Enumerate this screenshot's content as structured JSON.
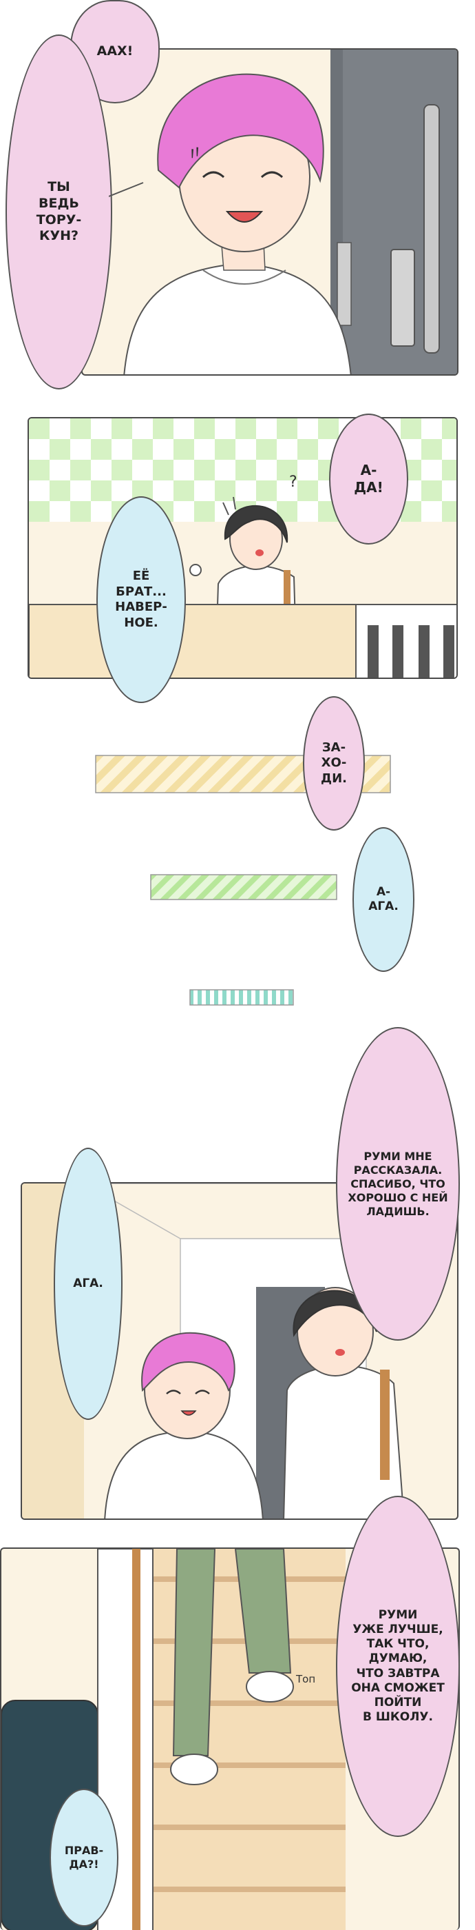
{
  "bubbles": {
    "b1": "ААХ!",
    "b2": "ТЫ\nВЕДЬ\nТОРУ-\nКУН?",
    "b3": "А-\nДА!",
    "b4": "ЕЁ\nБРАТ...\nНАВЕР-\nНОЕ.",
    "b5": "ЗА-\nХО-\nДИ.",
    "b6": "А-\nАГА.",
    "b7": "РУМИ МНЕ\nРАССКАЗАЛА.\nСПАСИБО, ЧТО\nХОРОШО С НЕЙ\nЛАДИШЬ.",
    "b8": "АГА.",
    "b9": "РУМИ\nУЖЕ ЛУЧШЕ,\nТАК ЧТО,\nДУМАЮ,\nЧТО ЗАВТРА\nОНА СМОЖЕТ\nПОЙТИ\nВ ШКОЛУ.",
    "b10": "ПРАВ-\nДА?!"
  },
  "sfx": {
    "question": "?",
    "step": "Топ"
  },
  "colors": {
    "pink_bubble": "#f3d2e8",
    "blue_bubble": "#d3eef6",
    "hair_pink": "#e87ad6",
    "hair_dark": "#3a3a3a",
    "door_gray": "#6d7278",
    "wall_cream": "#fbf3e3",
    "checker_green": "#d6f2c4"
  }
}
